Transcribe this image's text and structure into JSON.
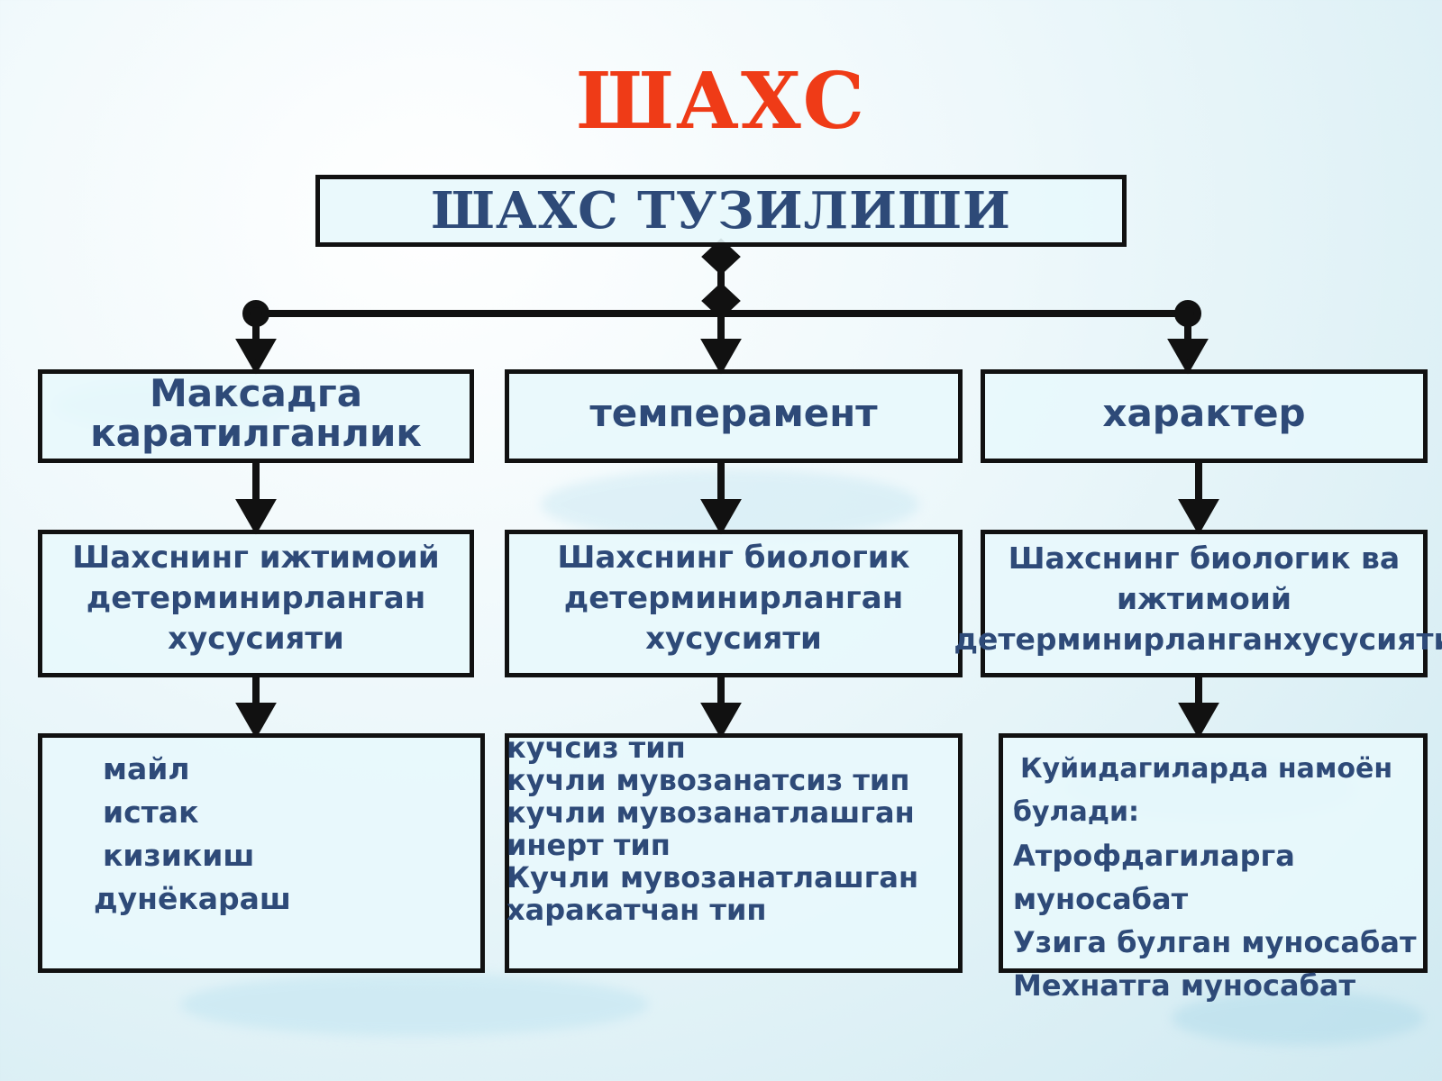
{
  "title": "ШАХС",
  "root": "ШАХС ТУЗИЛИШИ",
  "columns": [
    {
      "header": [
        "Максадга",
        "каратилганлик"
      ],
      "description": [
        "Шахснинг ижтимоий",
        "детерминирланган",
        "хусусияти"
      ],
      "items": [
        "майл",
        "истак",
        "кизикиш",
        "дунёкараш"
      ]
    },
    {
      "header": [
        "темперамент"
      ],
      "description": [
        "Шахснинг биологик",
        "детерминирланган",
        "хусусияти"
      ],
      "items": [
        "кучсиз тип",
        "кучли мувозанатсиз тип",
        "кучли мувозанатлашган",
        "инерт тип",
        "Кучли мувозанатлашган",
        "харакатчан тип"
      ]
    },
    {
      "header": [
        "характер"
      ],
      "description": [
        "Шахснинг биологик ва",
        "ижтимоий",
        "детерминирланганхусусияти"
      ],
      "items": [
        "Куйидагиларда намоён",
        "булади:",
        "Атрофдагиларга",
        "муносабат",
        "Узига булган муносабат",
        "Мехнатга муносабат"
      ]
    }
  ],
  "colors": {
    "title": "#ef3b17",
    "text": "#2e4a78",
    "border": "#111111",
    "box_fill": "#e8f8fc"
  }
}
